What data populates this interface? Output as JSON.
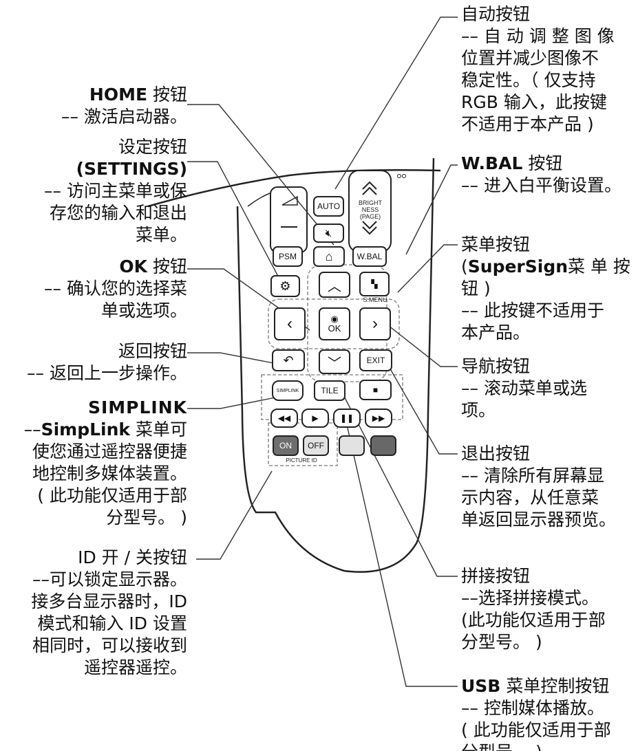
{
  "callouts": {
    "auto": [
      "自动按钮",
      "–– 自 动 调 整 图 像",
      "位置并减少图像不",
      "稳定性。（ 仅支持",
      "RGB 输入，此按键",
      "不适用于本产品 )"
    ],
    "home": {
      "title_bold": "HOME",
      "title_rest": " 按钮",
      "desc": "–– 激活启动器。"
    },
    "settings": [
      "设定按钮",
      "(SETTINGS)",
      "–– 访问主菜单或保",
      "存您的输入和退出",
      "菜单。"
    ],
    "ok": {
      "title_bold": "OK",
      "title_rest": " 按钮",
      "lines": [
        "–– 确认您的选择菜",
        "单或选项。"
      ]
    },
    "back": [
      "返回按钮",
      "–– 返回上一步操作。"
    ],
    "simplink": {
      "logo": "SIMPLINK",
      "desc_prefix": "––",
      "desc_bold": "SimpLink",
      "desc_rest": " 菜单可",
      "lines": [
        "使您通过遥控器便捷",
        "地控制多媒体装置。",
        "( 此功能仅适用于部",
        "分型号。 )"
      ]
    },
    "id": [
      "ID 开 / 关按钮",
      "––可以锁定显示器。",
      "接多台显示器时，ID",
      "模式和输入 ID 设置",
      "相同时，可以接收到",
      "遥控器遥控。"
    ],
    "wbal": {
      "title_bold": "W.BAL",
      "title_rest": " 按钮",
      "desc": "–– 进入白平衡设置。"
    },
    "menu": {
      "title": "菜单按钮",
      "sub_open": "(",
      "sub_bold": "SuperSign",
      "sub_rest": "菜 单 按",
      "lines": [
        "钮 )",
        "–– 此按键不适用于",
        "本产品。"
      ]
    },
    "nav": [
      "导航按钮",
      "–– 滚动菜单或选",
      "项。"
    ],
    "exit": [
      "退出按钮",
      "–– 清除所有屏幕显",
      "示内容，从任意菜",
      "单返回显示器预览。"
    ],
    "tile": [
      "拼接按钮",
      "––选择拼接模式。",
      "(此功能仅适用于部",
      "分型号。 )"
    ],
    "usb": {
      "title_bold": "USB",
      "title_rest": " 菜单控制按钮",
      "lines": [
        "–– 控制媒体播放。",
        "( 此功能仅适用于部",
        "分型号。 )"
      ]
    }
  },
  "remote": {
    "auto": "AUTO",
    "brightness": "BRIGHT\nNESS\n(PAGE)",
    "psm": "PSM",
    "wbal": "W.BAL",
    "smenu": "S.MENU",
    "ok": "OK",
    "exit": "EXIT",
    "tile": "TILE",
    "simplink_key": "SIMPLINK",
    "on": "ON",
    "off": "OFF",
    "picture_id": "PICTURE ID"
  },
  "colors": {
    "line": "#333333",
    "key_dark": "#6e6e6e"
  }
}
